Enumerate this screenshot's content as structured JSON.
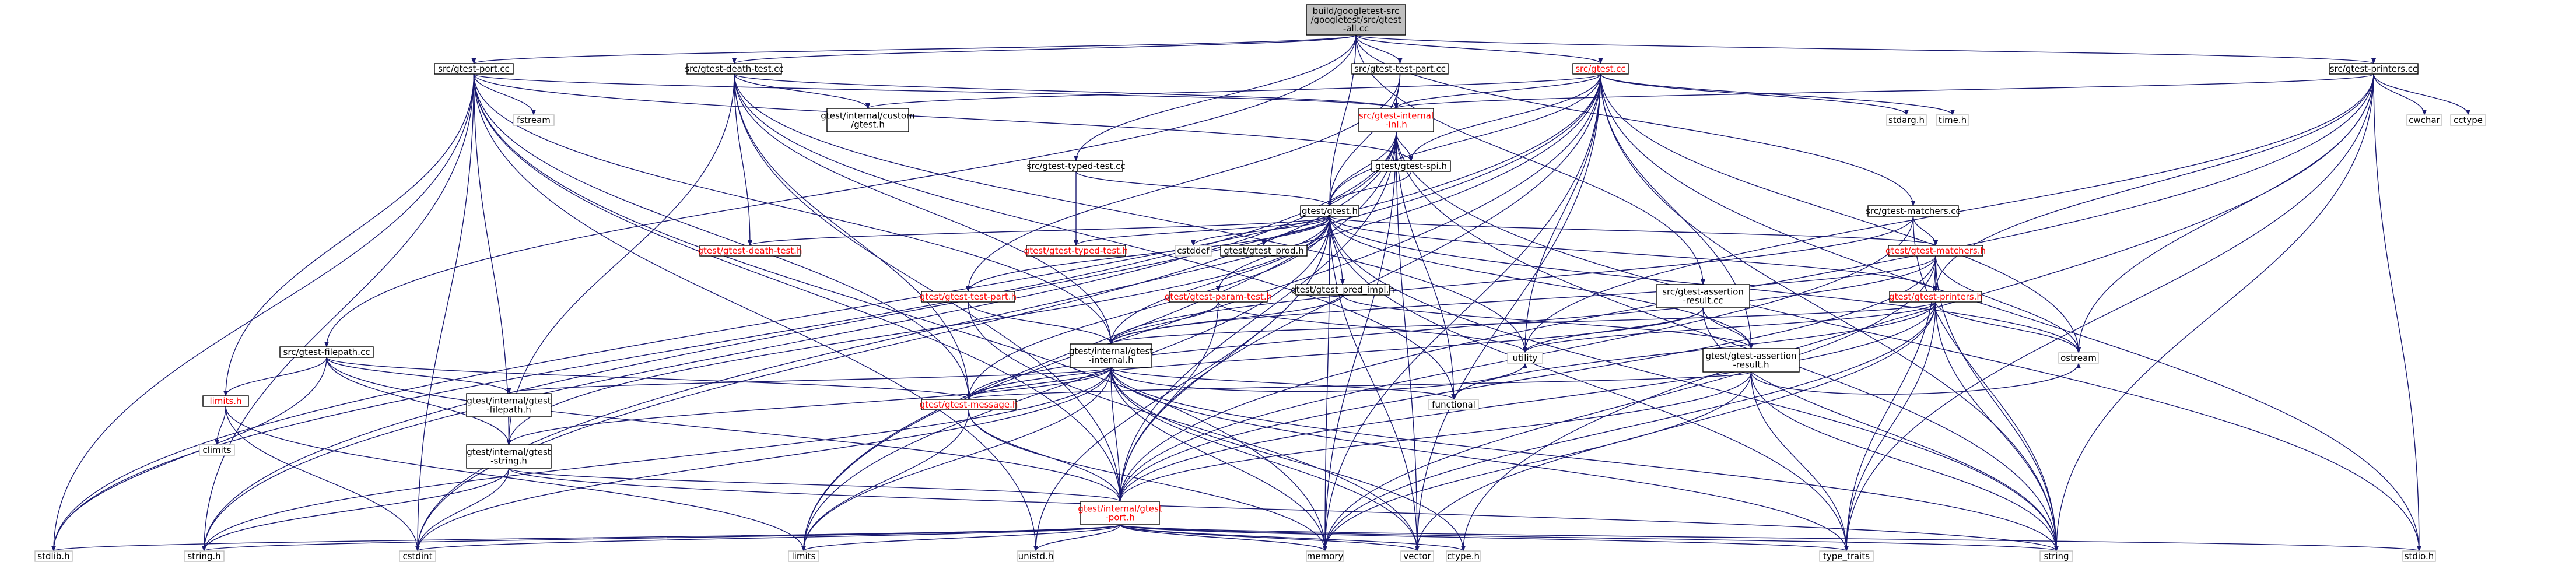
{
  "colors": {
    "root_fill": "#bfbfbf",
    "node_fill": "#ffffff",
    "node_border": "#000000",
    "leaf_border": "#bfbfbf",
    "edge": "#191970",
    "red_text": "#ff0000",
    "black_text": "#000000"
  },
  "nodes": [
    {
      "id": "root",
      "lines": [
        "build/googletest-src",
        "/googletest/src/gtest",
        "-all.cc"
      ],
      "style": "root"
    },
    {
      "id": "port_cc",
      "lines": [
        "src/gtest-port.cc"
      ],
      "style": "black"
    },
    {
      "id": "death_cc",
      "lines": [
        "src/gtest-death-test.cc"
      ],
      "style": "black"
    },
    {
      "id": "testpart_cc",
      "lines": [
        "src/gtest-test-part.cc"
      ],
      "style": "black"
    },
    {
      "id": "gtest_cc",
      "lines": [
        "src/gtest.cc"
      ],
      "style": "red"
    },
    {
      "id": "printers_cc",
      "lines": [
        "src/gtest-printers.cc"
      ],
      "style": "black"
    },
    {
      "id": "fstream",
      "lines": [
        "fstream"
      ],
      "style": "leaf"
    },
    {
      "id": "custom_gtest",
      "lines": [
        "gtest/internal/custom",
        "/gtest.h"
      ],
      "style": "black"
    },
    {
      "id": "internal_inl",
      "lines": [
        "src/gtest-internal",
        "-inl.h"
      ],
      "style": "red"
    },
    {
      "id": "stdarg",
      "lines": [
        "stdarg.h"
      ],
      "style": "leaf"
    },
    {
      "id": "time_h",
      "lines": [
        "time.h"
      ],
      "style": "leaf"
    },
    {
      "id": "cwchar",
      "lines": [
        "cwchar"
      ],
      "style": "leaf"
    },
    {
      "id": "cctype",
      "lines": [
        "cctype"
      ],
      "style": "leaf"
    },
    {
      "id": "gtest_spi",
      "lines": [
        "gtest/gtest-spi.h"
      ],
      "style": "black"
    },
    {
      "id": "typed_cc",
      "lines": [
        "src/gtest-typed-test.cc"
      ],
      "style": "black"
    },
    {
      "id": "gtest_h",
      "lines": [
        "gtest/gtest.h"
      ],
      "style": "black"
    },
    {
      "id": "matchers_cc",
      "lines": [
        "src/gtest-matchers.cc"
      ],
      "style": "black"
    },
    {
      "id": "death_h",
      "lines": [
        "gtest/gtest-death-test.h"
      ],
      "style": "red"
    },
    {
      "id": "typed_h",
      "lines": [
        "gtest/gtest-typed-test.h"
      ],
      "style": "red"
    },
    {
      "id": "cstddef",
      "lines": [
        "cstddef"
      ],
      "style": "leaf"
    },
    {
      "id": "gtest_prod",
      "lines": [
        "gtest/gtest_prod.h"
      ],
      "style": "black"
    },
    {
      "id": "matchers_h",
      "lines": [
        "gtest/gtest-matchers.h"
      ],
      "style": "red"
    },
    {
      "id": "filepath_cc",
      "lines": [
        "src/gtest-filepath.cc"
      ],
      "style": "black"
    },
    {
      "id": "testpart_h",
      "lines": [
        "gtest/gtest-test-part.h"
      ],
      "style": "red"
    },
    {
      "id": "param_h",
      "lines": [
        "gtest/gtest-param-test.h"
      ],
      "style": "red"
    },
    {
      "id": "pred_impl",
      "lines": [
        "gtest/gtest_pred_impl.h"
      ],
      "style": "black"
    },
    {
      "id": "assertion_cc",
      "lines": [
        "src/gtest-assertion",
        "-result.cc"
      ],
      "style": "black"
    },
    {
      "id": "printers_h",
      "lines": [
        "gtest/gtest-printers.h"
      ],
      "style": "red"
    },
    {
      "id": "limits_h",
      "lines": [
        "limits.h"
      ],
      "style": "red"
    },
    {
      "id": "internal_h",
      "lines": [
        "gtest/internal/gtest",
        "-internal.h"
      ],
      "style": "black"
    },
    {
      "id": "utility",
      "lines": [
        "utility"
      ],
      "style": "leaf"
    },
    {
      "id": "assertion_h",
      "lines": [
        "gtest/gtest-assertion",
        "-result.h"
      ],
      "style": "black"
    },
    {
      "id": "ostream",
      "lines": [
        "ostream"
      ],
      "style": "leaf"
    },
    {
      "id": "climits",
      "lines": [
        "climits"
      ],
      "style": "leaf"
    },
    {
      "id": "filepath_h",
      "lines": [
        "gtest/internal/gtest",
        "-filepath.h"
      ],
      "style": "black"
    },
    {
      "id": "message_h",
      "lines": [
        "gtest/gtest-message.h"
      ],
      "style": "red"
    },
    {
      "id": "functional",
      "lines": [
        "functional"
      ],
      "style": "leaf"
    },
    {
      "id": "string_h_int",
      "lines": [
        "gtest/internal/gtest",
        "-string.h"
      ],
      "style": "black"
    },
    {
      "id": "port_h",
      "lines": [
        "gtest/internal/gtest",
        "-port.h"
      ],
      "style": "red"
    },
    {
      "id": "stdlib",
      "lines": [
        "stdlib.h"
      ],
      "style": "leaf"
    },
    {
      "id": "string_h",
      "lines": [
        "string.h"
      ],
      "style": "leaf"
    },
    {
      "id": "cstdint",
      "lines": [
        "cstdint"
      ],
      "style": "leaf"
    },
    {
      "id": "limits",
      "lines": [
        "limits"
      ],
      "style": "leaf"
    },
    {
      "id": "unistd",
      "lines": [
        "unistd.h"
      ],
      "style": "leaf"
    },
    {
      "id": "memory",
      "lines": [
        "memory"
      ],
      "style": "leaf"
    },
    {
      "id": "vector",
      "lines": [
        "vector"
      ],
      "style": "leaf"
    },
    {
      "id": "ctype",
      "lines": [
        "ctype.h"
      ],
      "style": "leaf"
    },
    {
      "id": "type_traits",
      "lines": [
        "type_traits"
      ],
      "style": "leaf"
    },
    {
      "id": "string",
      "lines": [
        "string"
      ],
      "style": "leaf"
    },
    {
      "id": "stdio",
      "lines": [
        "stdio.h"
      ],
      "style": "leaf"
    }
  ],
  "edges": [
    [
      "root",
      "port_cc"
    ],
    [
      "root",
      "death_cc"
    ],
    [
      "root",
      "testpart_cc"
    ],
    [
      "root",
      "gtest_cc"
    ],
    [
      "root",
      "printers_cc"
    ],
    [
      "root",
      "filepath_cc"
    ],
    [
      "root",
      "typed_cc"
    ],
    [
      "root",
      "matchers_cc"
    ],
    [
      "root",
      "assertion_cc"
    ],
    [
      "root",
      "gtest_h"
    ],
    [
      "port_cc",
      "fstream"
    ],
    [
      "port_cc",
      "internal_inl"
    ],
    [
      "port_cc",
      "gtest_spi"
    ],
    [
      "port_cc",
      "limits_h"
    ],
    [
      "port_cc",
      "message_h"
    ],
    [
      "port_cc",
      "string_h_int"
    ],
    [
      "port_cc",
      "port_h"
    ],
    [
      "port_cc",
      "stdlib"
    ],
    [
      "port_cc",
      "string_h"
    ],
    [
      "port_cc",
      "cstdint"
    ],
    [
      "port_cc",
      "memory"
    ],
    [
      "port_cc",
      "unistd"
    ],
    [
      "port_cc",
      "internal_h"
    ],
    [
      "death_cc",
      "custom_gtest"
    ],
    [
      "death_cc",
      "internal_inl"
    ],
    [
      "death_cc",
      "death_h"
    ],
    [
      "death_cc",
      "message_h"
    ],
    [
      "death_cc",
      "string_h_int"
    ],
    [
      "death_cc",
      "port_h"
    ],
    [
      "death_cc",
      "utility"
    ],
    [
      "death_cc",
      "functional"
    ],
    [
      "death_cc",
      "internal_h"
    ],
    [
      "testpart_cc",
      "internal_inl"
    ],
    [
      "testpart_cc",
      "testpart_h"
    ],
    [
      "testpart_cc",
      "gtest_h"
    ],
    [
      "gtest_cc",
      "custom_gtest"
    ],
    [
      "gtest_cc",
      "internal_inl"
    ],
    [
      "gtest_cc",
      "stdarg"
    ],
    [
      "gtest_cc",
      "time_h"
    ],
    [
      "gtest_cc",
      "gtest_spi"
    ],
    [
      "gtest_cc",
      "gtest_h"
    ],
    [
      "gtest_cc",
      "stdlib"
    ],
    [
      "gtest_cc",
      "string_h"
    ],
    [
      "gtest_cc",
      "limits"
    ],
    [
      "gtest_cc",
      "ostream"
    ],
    [
      "gtest_cc",
      "vector"
    ],
    [
      "gtest_cc",
      "memory"
    ],
    [
      "gtest_cc",
      "string"
    ],
    [
      "gtest_cc",
      "stdio"
    ],
    [
      "gtest_cc",
      "assertion_h"
    ],
    [
      "gtest_cc",
      "port_h"
    ],
    [
      "gtest_cc",
      "cstdint"
    ],
    [
      "gtest_cc",
      "utility"
    ],
    [
      "printers_cc",
      "internal_inl"
    ],
    [
      "printers_cc",
      "cwchar"
    ],
    [
      "printers_cc",
      "cctype"
    ],
    [
      "printers_cc",
      "printers_h"
    ],
    [
      "printers_cc",
      "port_h"
    ],
    [
      "printers_cc",
      "ostream"
    ],
    [
      "printers_cc",
      "string"
    ],
    [
      "printers_cc",
      "stdio"
    ],
    [
      "printers_cc",
      "ctype"
    ],
    [
      "printers_cc",
      "type_traits"
    ],
    [
      "printers_cc",
      "utility"
    ],
    [
      "internal_inl",
      "gtest_spi"
    ],
    [
      "internal_inl",
      "gtest_h"
    ],
    [
      "internal_inl",
      "port_h"
    ],
    [
      "internal_inl",
      "stdlib"
    ],
    [
      "internal_inl",
      "string_h"
    ],
    [
      "internal_inl",
      "cstdint"
    ],
    [
      "internal_inl",
      "limits"
    ],
    [
      "internal_inl",
      "memory"
    ],
    [
      "internal_inl",
      "string"
    ],
    [
      "internal_inl",
      "vector"
    ],
    [
      "internal_inl",
      "stdio"
    ],
    [
      "internal_inl",
      "functional"
    ],
    [
      "gtest_spi",
      "gtest_h"
    ],
    [
      "typed_cc",
      "gtest_h"
    ],
    [
      "typed_cc",
      "typed_h"
    ],
    [
      "gtest_h",
      "death_h"
    ],
    [
      "gtest_h",
      "typed_h"
    ],
    [
      "gtest_h",
      "cstddef"
    ],
    [
      "gtest_h",
      "gtest_prod"
    ],
    [
      "gtest_h",
      "matchers_h"
    ],
    [
      "gtest_h",
      "testpart_h"
    ],
    [
      "gtest_h",
      "param_h"
    ],
    [
      "gtest_h",
      "pred_impl"
    ],
    [
      "gtest_h",
      "printers_h"
    ],
    [
      "gtest_h",
      "internal_h"
    ],
    [
      "gtest_h",
      "message_h"
    ],
    [
      "gtest_h",
      "string_h_int"
    ],
    [
      "gtest_h",
      "assertion_h"
    ],
    [
      "gtest_h",
      "port_h"
    ],
    [
      "gtest_h",
      "limits"
    ],
    [
      "gtest_h",
      "memory"
    ],
    [
      "gtest_h",
      "ostream"
    ],
    [
      "gtest_h",
      "vector"
    ],
    [
      "gtest_h",
      "type_traits"
    ],
    [
      "gtest_h",
      "unistd"
    ],
    [
      "gtest_h",
      "string"
    ],
    [
      "matchers_cc",
      "matchers_h"
    ],
    [
      "matchers_cc",
      "internal_h"
    ],
    [
      "matchers_cc",
      "port_h"
    ],
    [
      "matchers_cc",
      "string"
    ],
    [
      "matchers_h",
      "printers_h"
    ],
    [
      "matchers_h",
      "internal_h"
    ],
    [
      "matchers_h",
      "port_h"
    ],
    [
      "matchers_h",
      "ostream"
    ],
    [
      "matchers_h",
      "memory"
    ],
    [
      "matchers_h",
      "string"
    ],
    [
      "matchers_h",
      "type_traits"
    ],
    [
      "matchers_h",
      "message_h"
    ],
    [
      "filepath_cc",
      "limits_h"
    ],
    [
      "filepath_cc",
      "filepath_h"
    ],
    [
      "filepath_cc",
      "message_h"
    ],
    [
      "filepath_cc",
      "string_h_int"
    ],
    [
      "filepath_cc",
      "port_h"
    ],
    [
      "filepath_cc",
      "stdlib"
    ],
    [
      "testpart_h",
      "internal_h"
    ],
    [
      "testpart_h",
      "vector"
    ],
    [
      "param_h",
      "internal_h"
    ],
    [
      "param_h",
      "port_h"
    ],
    [
      "param_h",
      "utility"
    ],
    [
      "pred_impl",
      "internal_h"
    ],
    [
      "pred_impl",
      "assertion_h"
    ],
    [
      "assertion_cc",
      "assertion_h"
    ],
    [
      "assertion_cc",
      "message_h"
    ],
    [
      "assertion_cc",
      "utility"
    ],
    [
      "assertion_cc",
      "string"
    ],
    [
      "printers_h",
      "internal_h"
    ],
    [
      "printers_h",
      "port_h"
    ],
    [
      "printers_h",
      "functional"
    ],
    [
      "printers_h",
      "memory"
    ],
    [
      "printers_h",
      "ostream"
    ],
    [
      "printers_h",
      "string"
    ],
    [
      "printers_h",
      "type_traits"
    ],
    [
      "printers_h",
      "utility"
    ],
    [
      "printers_h",
      "vector"
    ],
    [
      "limits_h",
      "climits"
    ],
    [
      "limits_h",
      "limits"
    ],
    [
      "limits_h",
      "cstdint"
    ],
    [
      "internal_h",
      "filepath_h"
    ],
    [
      "internal_h",
      "message_h"
    ],
    [
      "internal_h",
      "string_h_int"
    ],
    [
      "internal_h",
      "port_h"
    ],
    [
      "internal_h",
      "functional"
    ],
    [
      "internal_h",
      "utility"
    ],
    [
      "internal_h",
      "limits"
    ],
    [
      "internal_h",
      "memory"
    ],
    [
      "internal_h",
      "vector"
    ],
    [
      "internal_h",
      "ctype"
    ],
    [
      "internal_h",
      "type_traits"
    ],
    [
      "internal_h",
      "cstdint"
    ],
    [
      "internal_h",
      "string"
    ],
    [
      "internal_h",
      "string_h"
    ],
    [
      "assertion_h",
      "message_h"
    ],
    [
      "assertion_h",
      "port_h"
    ],
    [
      "assertion_h",
      "ostream"
    ],
    [
      "assertion_h",
      "string"
    ],
    [
      "assertion_h",
      "type_traits"
    ],
    [
      "assertion_h",
      "memory"
    ],
    [
      "filepath_h",
      "string_h_int"
    ],
    [
      "message_h",
      "port_h"
    ],
    [
      "message_h",
      "limits"
    ],
    [
      "message_h",
      "memory"
    ],
    [
      "string_h_int",
      "port_h"
    ],
    [
      "string_h_int",
      "string_h"
    ],
    [
      "string_h_int",
      "cstdint"
    ],
    [
      "string_h_int",
      "string"
    ],
    [
      "port_h",
      "stdlib"
    ],
    [
      "port_h",
      "string_h"
    ],
    [
      "port_h",
      "cstdint"
    ],
    [
      "port_h",
      "limits"
    ],
    [
      "port_h",
      "unistd"
    ],
    [
      "port_h",
      "memory"
    ],
    [
      "port_h",
      "vector"
    ],
    [
      "port_h",
      "ctype"
    ],
    [
      "port_h",
      "type_traits"
    ],
    [
      "port_h",
      "string"
    ],
    [
      "port_h",
      "stdio"
    ]
  ]
}
